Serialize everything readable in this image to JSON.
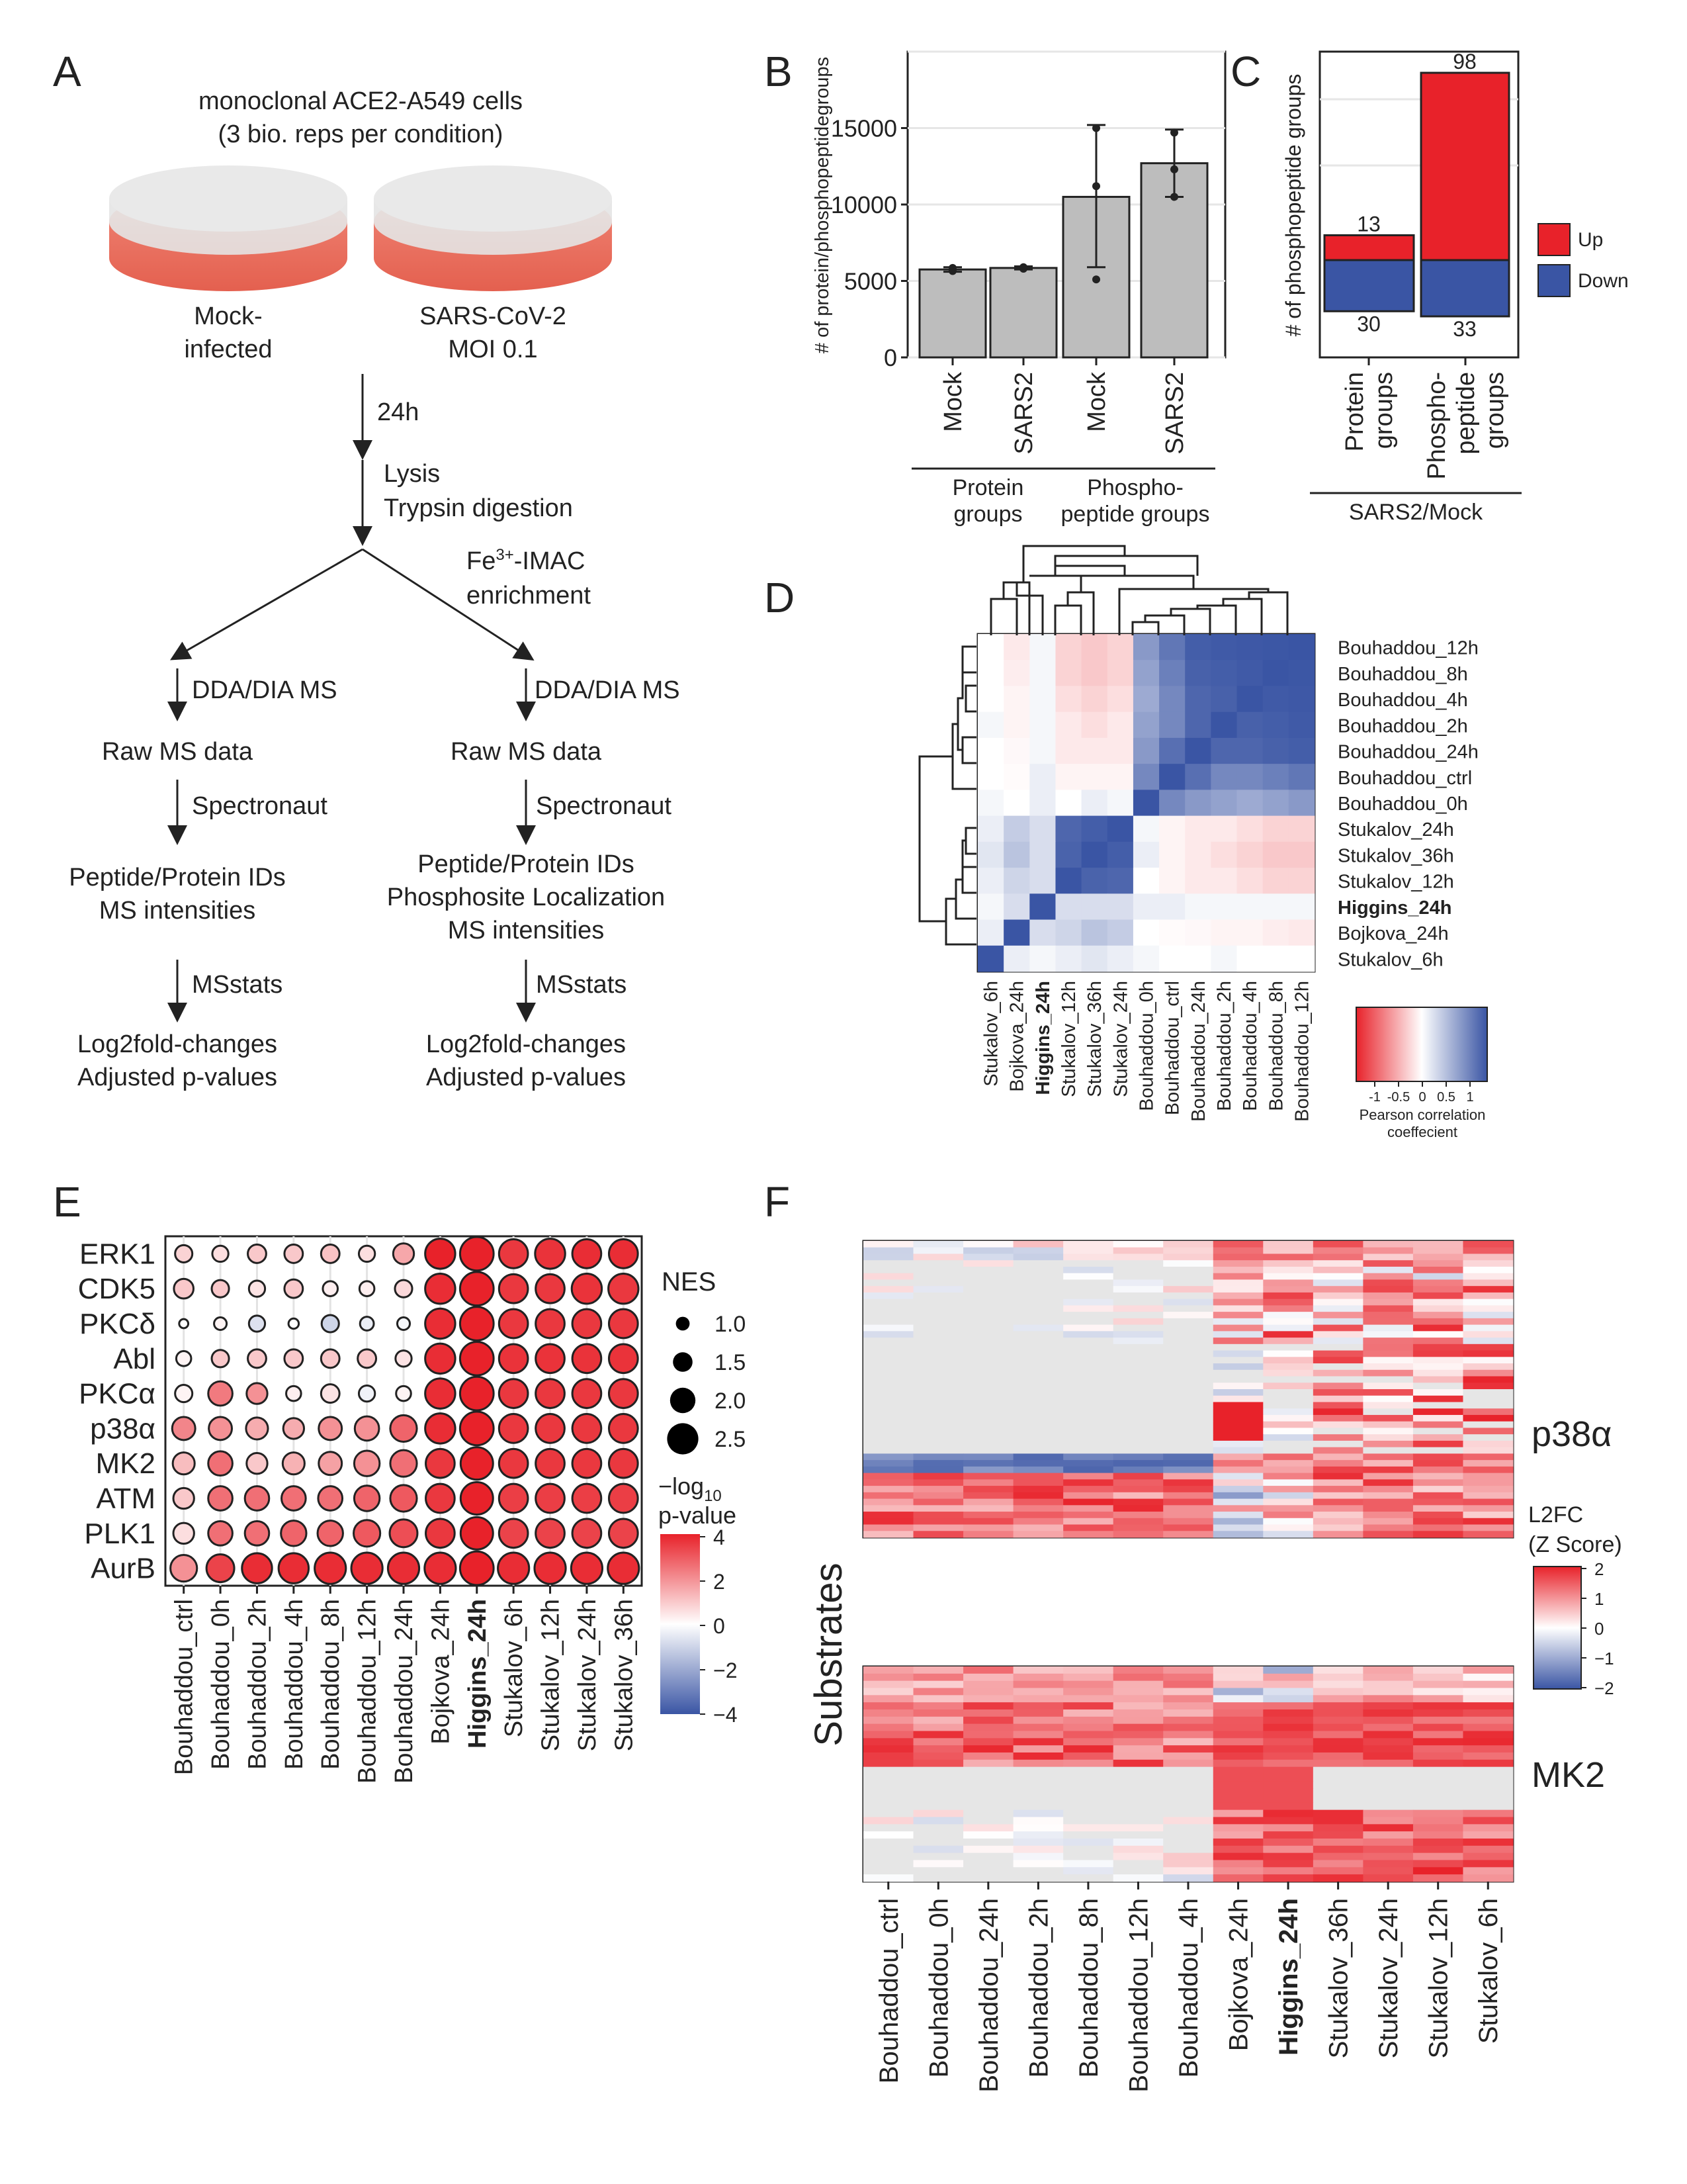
{
  "panel_labels": {
    "A": "A",
    "B": "B",
    "C": "C",
    "D": "D",
    "E": "E",
    "F": "F"
  },
  "panelA": {
    "cells_line1": "monoclonal ACE2-A549 cells",
    "cells_line2": "(3 bio. reps per condition)",
    "dish1_line1": "Mock-",
    "dish1_line2": "infected",
    "dish2_line1": "SARS-CoV-2",
    "dish2_line2": "MOI 0.1",
    "time": "24h",
    "lysis": "Lysis",
    "trypsin": "Trypsin digestion",
    "fe_base": "Fe",
    "fe_sup": "3+",
    "fe_rest": "-IMAC",
    "enrichment": "enrichment",
    "left": {
      "ms": "DDA/DIA MS",
      "raw": "Raw MS data",
      "spec": "Spectronaut",
      "ids": [
        "Peptide/Protein IDs",
        "MS intensities"
      ],
      "msstats": "MSstats",
      "out": [
        "Log2fold-changes",
        "Adjusted p-values"
      ]
    },
    "right": {
      "ms": "DDA/DIA MS",
      "raw": "Raw MS data",
      "spec": "Spectronaut",
      "ids": [
        "Peptide/Protein IDs",
        "Phosphosite Localization",
        "MS intensities"
      ],
      "msstats": "MSstats",
      "out": [
        "Log2fold-changes",
        "Adjusted p-values"
      ]
    }
  },
  "chart_data": [
    {
      "id": "B",
      "type": "bar",
      "ylabel": "# of protein/phosphopeptidegroups",
      "ylim": [
        0,
        20000
      ],
      "yticks": [
        0,
        5000,
        10000,
        15000
      ],
      "categories": [
        "Mock",
        "SARS2",
        "Mock",
        "SARS2"
      ],
      "values": [
        5750,
        5850,
        10500,
        12700
      ],
      "error": [
        [
          5600,
          5900
        ],
        [
          5750,
          5950
        ],
        [
          5900,
          15200
        ],
        [
          10500,
          14900
        ]
      ],
      "points": [
        [
          5650,
          5750,
          5850
        ],
        [
          5800,
          5850,
          5900
        ],
        [
          5100,
          11200,
          15000
        ],
        [
          10500,
          12300,
          14700
        ]
      ],
      "groups": [
        {
          "label": [
            "Protein",
            "groups"
          ],
          "span": [
            0,
            1
          ]
        },
        {
          "label": [
            "Phospho-",
            "peptide groups"
          ],
          "span": [
            2,
            3
          ]
        }
      ]
    },
    {
      "id": "C",
      "type": "bar",
      "ylabel": "# of phosphopeptide groups",
      "categories": [
        [
          "Protein",
          "groups"
        ],
        [
          "Phospho-",
          "peptide",
          "groups"
        ]
      ],
      "series": [
        {
          "name": "Up",
          "values": [
            13,
            98
          ],
          "color": "#e8222a"
        },
        {
          "name": "Down",
          "values": [
            30,
            33
          ],
          "color": "#3a55a4"
        }
      ],
      "group_label": "SARS2/Mock",
      "legend": "right"
    },
    {
      "id": "D",
      "type": "heatmap",
      "rows": [
        "Bouhaddou_12h",
        "Bouhaddou_8h",
        "Bouhaddou_4h",
        "Bouhaddou_2h",
        "Bouhaddou_24h",
        "Bouhaddou_ctrl",
        "Bouhaddou_0h",
        "Stukalov_24h",
        "Stukalov_36h",
        "Stukalov_12h",
        "Higgins_24h",
        "Bojkova_24h",
        "Stukalov_6h"
      ],
      "cols": [
        "Stukalov_6h",
        "Bojkova_24h",
        "Higgins_24h",
        "Stukalov_12h",
        "Stukalov_36h",
        "Stukalov_24h",
        "Bouhaddou_0h",
        "Bouhaddou_ctrl",
        "Bouhaddou_24h",
        "Bouhaddou_2h",
        "Bouhaddou_4h",
        "Bouhaddou_8h",
        "Bouhaddou_12h"
      ],
      "bold": "Higgins_24h",
      "values": [
        [
          0.0,
          -0.1,
          0.05,
          -0.2,
          -0.25,
          -0.2,
          0.6,
          0.8,
          0.95,
          0.97,
          0.98,
          0.99,
          1.0
        ],
        [
          0.0,
          -0.08,
          0.05,
          -0.2,
          -0.25,
          -0.2,
          0.55,
          0.75,
          0.93,
          0.95,
          0.97,
          1.0,
          0.99
        ],
        [
          0.0,
          -0.05,
          0.05,
          -0.15,
          -0.2,
          -0.15,
          0.5,
          0.7,
          0.9,
          0.93,
          1.0,
          0.97,
          0.98
        ],
        [
          0.05,
          -0.05,
          0.05,
          -0.1,
          -0.15,
          -0.1,
          0.55,
          0.7,
          0.9,
          1.0,
          0.93,
          0.95,
          0.97
        ],
        [
          0.0,
          -0.03,
          0.05,
          -0.1,
          -0.1,
          -0.1,
          0.6,
          0.85,
          1.0,
          0.9,
          0.9,
          0.93,
          0.95
        ],
        [
          0.0,
          -0.02,
          0.1,
          -0.05,
          -0.05,
          -0.05,
          0.7,
          1.0,
          0.85,
          0.7,
          0.7,
          0.75,
          0.8
        ],
        [
          0.05,
          0.0,
          0.1,
          0.0,
          0.1,
          0.05,
          1.0,
          0.7,
          0.6,
          0.55,
          0.5,
          0.55,
          0.6
        ],
        [
          0.1,
          0.3,
          0.2,
          0.9,
          0.95,
          1.0,
          0.05,
          -0.05,
          -0.1,
          -0.1,
          -0.15,
          -0.2,
          -0.2
        ],
        [
          0.15,
          0.35,
          0.2,
          0.92,
          1.0,
          0.95,
          0.1,
          -0.05,
          -0.1,
          -0.15,
          -0.2,
          -0.25,
          -0.25
        ],
        [
          0.1,
          0.25,
          0.2,
          1.0,
          0.92,
          0.9,
          0.0,
          -0.05,
          -0.1,
          -0.1,
          -0.15,
          -0.2,
          -0.2
        ],
        [
          0.05,
          0.2,
          1.0,
          0.2,
          0.2,
          0.2,
          0.1,
          0.1,
          0.05,
          0.05,
          0.05,
          0.05,
          0.05
        ],
        [
          0.1,
          1.0,
          0.2,
          0.25,
          0.35,
          0.3,
          0.0,
          -0.02,
          -0.03,
          -0.05,
          -0.05,
          -0.08,
          -0.1
        ],
        [
          1.0,
          0.1,
          0.05,
          0.1,
          0.15,
          0.1,
          0.05,
          0.0,
          0.0,
          0.05,
          0.0,
          0.0,
          0.0
        ]
      ],
      "colorbar": {
        "ticks": [
          "-1",
          "-0.5",
          "0",
          "0.5",
          "1"
        ],
        "label": [
          "Pearson correlation",
          "coeffecient"
        ]
      }
    },
    {
      "id": "E",
      "type": "scatter",
      "rows": [
        "ERK1",
        "CDK5",
        "PKCδ",
        "Abl",
        "PKCα",
        "p38α",
        "MK2",
        "ATM",
        "PLK1",
        "AurB"
      ],
      "cols": [
        "Bouhaddou_ctrl",
        "Bouhaddou_0h",
        "Bouhaddou_2h",
        "Bouhaddou_4h",
        "Bouhaddou_8h",
        "Bouhaddou_12h",
        "Bouhaddou_24h",
        "Bojkova_24h",
        "Higgins_24h",
        "Stukalov_6h",
        "Stukalov_12h",
        "Stukalov_24h",
        "Stukalov_36h"
      ],
      "bold_col": "Higgins_24h",
      "nes": [
        [
          1.3,
          1.2,
          1.4,
          1.4,
          1.4,
          1.2,
          1.6,
          2.4,
          2.7,
          2.3,
          2.4,
          2.3,
          2.3
        ],
        [
          1.5,
          1.3,
          1.2,
          1.4,
          1.1,
          1.1,
          1.3,
          2.4,
          2.7,
          2.3,
          2.3,
          2.4,
          2.4
        ],
        [
          0.6,
          0.9,
          1.2,
          0.7,
          1.3,
          1.0,
          0.9,
          2.4,
          2.7,
          2.3,
          2.3,
          2.3,
          2.3
        ],
        [
          1.1,
          1.3,
          1.4,
          1.4,
          1.4,
          1.4,
          1.2,
          2.4,
          2.7,
          2.3,
          2.3,
          2.3,
          2.3
        ],
        [
          1.3,
          1.9,
          1.6,
          1.1,
          1.4,
          1.2,
          1.1,
          2.4,
          2.7,
          2.3,
          2.3,
          2.3,
          2.3
        ],
        [
          1.8,
          1.8,
          1.7,
          1.6,
          1.8,
          1.9,
          2.1,
          2.4,
          2.7,
          2.3,
          2.3,
          2.3,
          2.3
        ],
        [
          1.7,
          1.9,
          1.6,
          1.7,
          1.8,
          2.0,
          2.1,
          2.3,
          2.6,
          2.3,
          2.3,
          2.3,
          2.3
        ],
        [
          1.6,
          1.9,
          1.9,
          1.9,
          1.9,
          2.0,
          2.1,
          2.3,
          2.6,
          2.3,
          2.3,
          2.3,
          2.3
        ],
        [
          1.6,
          1.9,
          1.9,
          2.0,
          2.0,
          2.1,
          2.2,
          2.3,
          2.6,
          2.3,
          2.3,
          2.3,
          2.3
        ],
        [
          2.1,
          2.2,
          2.4,
          2.4,
          2.5,
          2.5,
          2.5,
          2.5,
          2.7,
          2.5,
          2.5,
          2.5,
          2.5
        ]
      ],
      "logp": [
        [
          0.8,
          0.6,
          1.0,
          1.0,
          1.1,
          0.6,
          1.6,
          4.0,
          4.0,
          3.6,
          3.7,
          3.8,
          3.8
        ],
        [
          1.0,
          1.0,
          0.5,
          1.0,
          0.3,
          0.3,
          0.7,
          3.8,
          4.0,
          3.6,
          3.6,
          3.7,
          3.6
        ],
        [
          0.0,
          0.2,
          -0.7,
          0.0,
          -1.0,
          -0.4,
          -0.2,
          3.8,
          4.0,
          3.6,
          3.6,
          3.6,
          3.6
        ],
        [
          0.2,
          1.0,
          1.0,
          1.0,
          1.0,
          1.0,
          0.5,
          3.8,
          4.0,
          3.7,
          3.7,
          3.7,
          3.7
        ],
        [
          0.2,
          2.4,
          2.0,
          0.3,
          0.5,
          -0.3,
          0.2,
          3.8,
          4.0,
          3.6,
          3.6,
          3.6,
          3.6
        ],
        [
          2.2,
          2.0,
          1.5,
          1.5,
          2.0,
          2.0,
          2.8,
          3.8,
          4.0,
          3.6,
          3.6,
          3.6,
          3.6
        ],
        [
          1.2,
          2.6,
          1.0,
          1.4,
          1.7,
          2.0,
          2.6,
          3.6,
          4.0,
          3.6,
          3.6,
          3.6,
          3.6
        ],
        [
          1.0,
          2.6,
          2.6,
          2.6,
          2.6,
          2.8,
          3.0,
          3.6,
          4.0,
          3.5,
          3.5,
          3.5,
          3.5
        ],
        [
          0.6,
          2.6,
          2.6,
          2.8,
          2.8,
          3.0,
          3.2,
          3.6,
          4.0,
          3.4,
          3.4,
          3.4,
          3.4
        ],
        [
          2.0,
          3.4,
          3.8,
          3.8,
          3.8,
          3.8,
          3.8,
          3.8,
          4.0,
          3.8,
          3.8,
          3.8,
          3.8
        ]
      ],
      "size_legend": {
        "title": "NES",
        "values": [
          "1.0",
          "1.5",
          "2.0",
          "2.5"
        ]
      },
      "color_legend": {
        "title_base": "−log",
        "title_sub": "10",
        "title_line2": "p-value",
        "ticks": [
          "4",
          "2",
          "0",
          "−2",
          "−4"
        ]
      }
    },
    {
      "id": "F",
      "type": "heatmap",
      "ylabel": "Substrates",
      "cols": [
        "Bouhaddou_ctrl",
        "Bouhaddou_0h",
        "Bouhaddou_24h",
        "Bouhaddou_2h",
        "Bouhaddou_8h",
        "Bouhaddou_12h",
        "Bouhaddou_4h",
        "Bojkova_24h",
        "Higgins_24h",
        "Stukalov_36h",
        "Stukalov_24h",
        "Stukalov_12h",
        "Stukalov_6h"
      ],
      "bold_col": "Higgins_24h",
      "blocks": [
        {
          "label": "p38α",
          "rows": 46
        },
        {
          "label": "MK2",
          "rows": 30
        }
      ],
      "colorbar": {
        "title": [
          "L2FC",
          "(Z Score)"
        ],
        "ticks": [
          "2",
          "1",
          "0",
          "−1",
          "−2"
        ]
      }
    }
  ]
}
